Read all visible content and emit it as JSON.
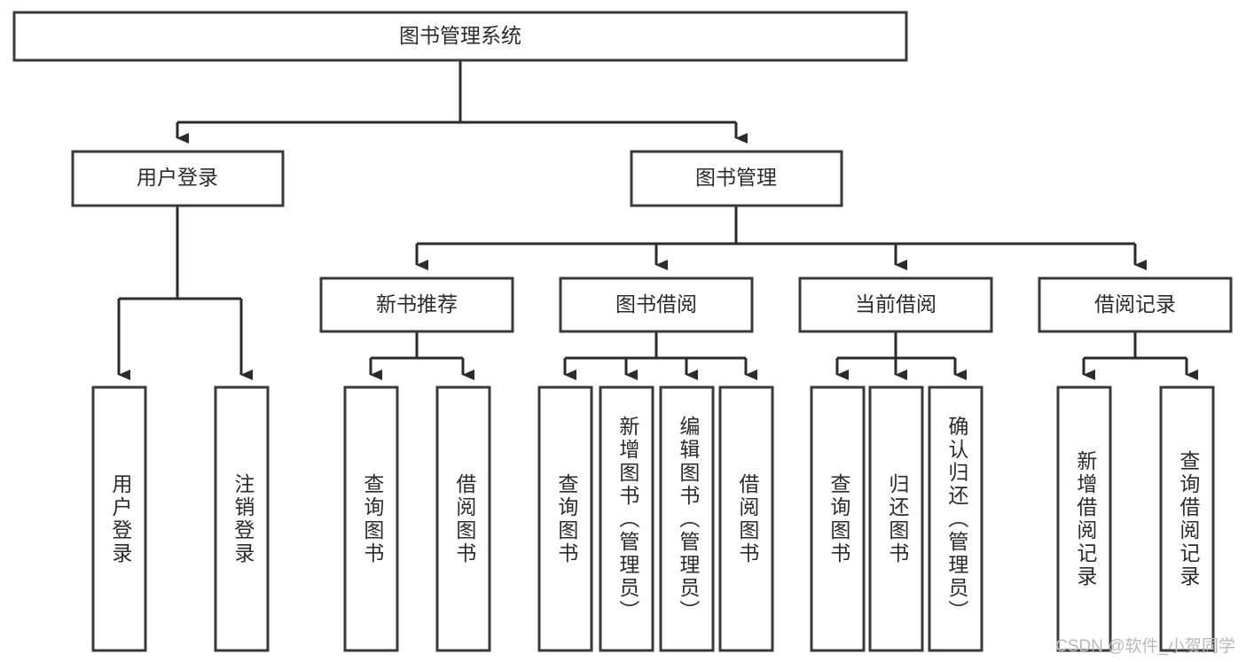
{
  "diagram": {
    "type": "tree",
    "title": "图书管理系统",
    "root": {
      "id": "root",
      "label": "图书管理系统"
    },
    "level2": [
      {
        "id": "user-login",
        "label": "用户登录"
      },
      {
        "id": "book-manage",
        "label": "图书管理"
      }
    ],
    "level3": [
      {
        "id": "new-book-rec",
        "label": "新书推荐",
        "parent": "book-manage"
      },
      {
        "id": "book-borrow",
        "label": "图书借阅",
        "parent": "book-manage"
      },
      {
        "id": "current-borrow",
        "label": "当前借阅",
        "parent": "book-manage"
      },
      {
        "id": "borrow-record",
        "label": "借阅记录",
        "parent": "book-manage"
      }
    ],
    "leaves": {
      "user_login": [
        {
          "id": "leaf-user-login",
          "label": "用户登录"
        },
        {
          "id": "leaf-user-logout",
          "label": "注销登录"
        }
      ],
      "new_book_rec": [
        {
          "id": "leaf-query-book-1",
          "label": "查询图书"
        },
        {
          "id": "leaf-borrow-book-1",
          "label": "借阅图书"
        }
      ],
      "book_borrow": [
        {
          "id": "leaf-query-book-2",
          "label": "查询图书"
        },
        {
          "id": "leaf-add-book",
          "label": "新增图书（管理员）"
        },
        {
          "id": "leaf-edit-book",
          "label": "编辑图书（管理员）"
        },
        {
          "id": "leaf-borrow-book-2",
          "label": "借阅图书"
        }
      ],
      "current_borrow": [
        {
          "id": "leaf-query-book-3",
          "label": "查询图书"
        },
        {
          "id": "leaf-return-book",
          "label": "归还图书"
        },
        {
          "id": "leaf-confirm-return",
          "label": "确认归还（管理员）"
        }
      ],
      "borrow_record": [
        {
          "id": "leaf-add-record",
          "label": "新增借阅记录"
        },
        {
          "id": "leaf-query-record",
          "label": "查询借阅记录"
        }
      ]
    }
  },
  "watermark": {
    "text": "CSDN @软件_小贺同学"
  },
  "colors": {
    "stroke": "#2b2b2b",
    "box_border": "#3a3a3a",
    "box_fill": "#ffffff",
    "text": "#2b2b2b",
    "watermark": "#b9b9b9",
    "background": "#ffffff"
  }
}
